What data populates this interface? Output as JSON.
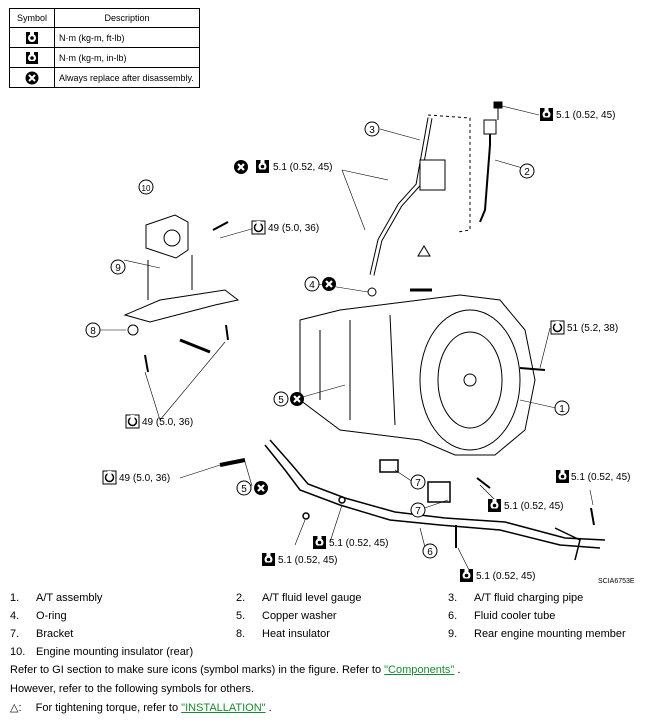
{
  "legend": {
    "header_symbol": "Symbol",
    "header_description": "Description",
    "rows": [
      {
        "icon": "torque-wrench-ftlb-icon",
        "description": "N·m (kg-m, ft-lb)"
      },
      {
        "icon": "torque-wrench-inlb-icon",
        "description": "N·m (kg-m, in-lb)"
      },
      {
        "icon": "always-replace-icon",
        "description": "Always replace after disassembly."
      }
    ]
  },
  "diagram": {
    "torques": {
      "t_charging_pipe": "5.1 (0.52, 45)",
      "t_gauge_bolt": "5.1 (0.52, 45)",
      "t_insulator": "49 (5.0, 36)",
      "t_rear": "51 (5.2, 38)",
      "t_member": "49 (5.0, 36)",
      "t_union": "49 (5.0, 36)",
      "t_right": "5.1 (0.52, 45)",
      "t_clamp": "5.1 (0.52, 45)",
      "t_tube_a": "5.1 (0.52, 45)",
      "t_tube_b": "5.1 (0.52, 45)",
      "t_bottom": "5.1 (0.52, 45)"
    },
    "callouts": [
      "1",
      "2",
      "3",
      "4",
      "5",
      "5",
      "6",
      "7",
      "7",
      "8",
      "9",
      "10"
    ],
    "code": "SCIA6753E"
  },
  "parts": [
    {
      "num": "1.",
      "name": "A/T assembly"
    },
    {
      "num": "2.",
      "name": "A/T fluid level gauge"
    },
    {
      "num": "3.",
      "name": "A/T fluid charging pipe"
    },
    {
      "num": "4.",
      "name": "O-ring"
    },
    {
      "num": "5.",
      "name": "Copper washer"
    },
    {
      "num": "6.",
      "name": "Fluid cooler tube"
    },
    {
      "num": "7.",
      "name": "Bracket"
    },
    {
      "num": "8.",
      "name": "Heat insulator"
    },
    {
      "num": "9.",
      "name": "Rear engine mounting member"
    },
    {
      "num": "10.",
      "name": "Engine mounting insulator (rear)"
    }
  ],
  "notes": {
    "line1_text": "Refer to GI section to make sure icons (symbol marks) in the figure. Refer to",
    "line1_link": "\"Components\"",
    "line1_end": ".",
    "line2_text": "However, refer to the following symbols for others.",
    "line3_sym": "△:",
    "line3_text": "For tightening torque, refer to",
    "line3_link": "\"INSTALLATION\"",
    "line3_end": "."
  },
  "colors": {
    "link": "#1a8a2e",
    "ink": "#000000"
  }
}
